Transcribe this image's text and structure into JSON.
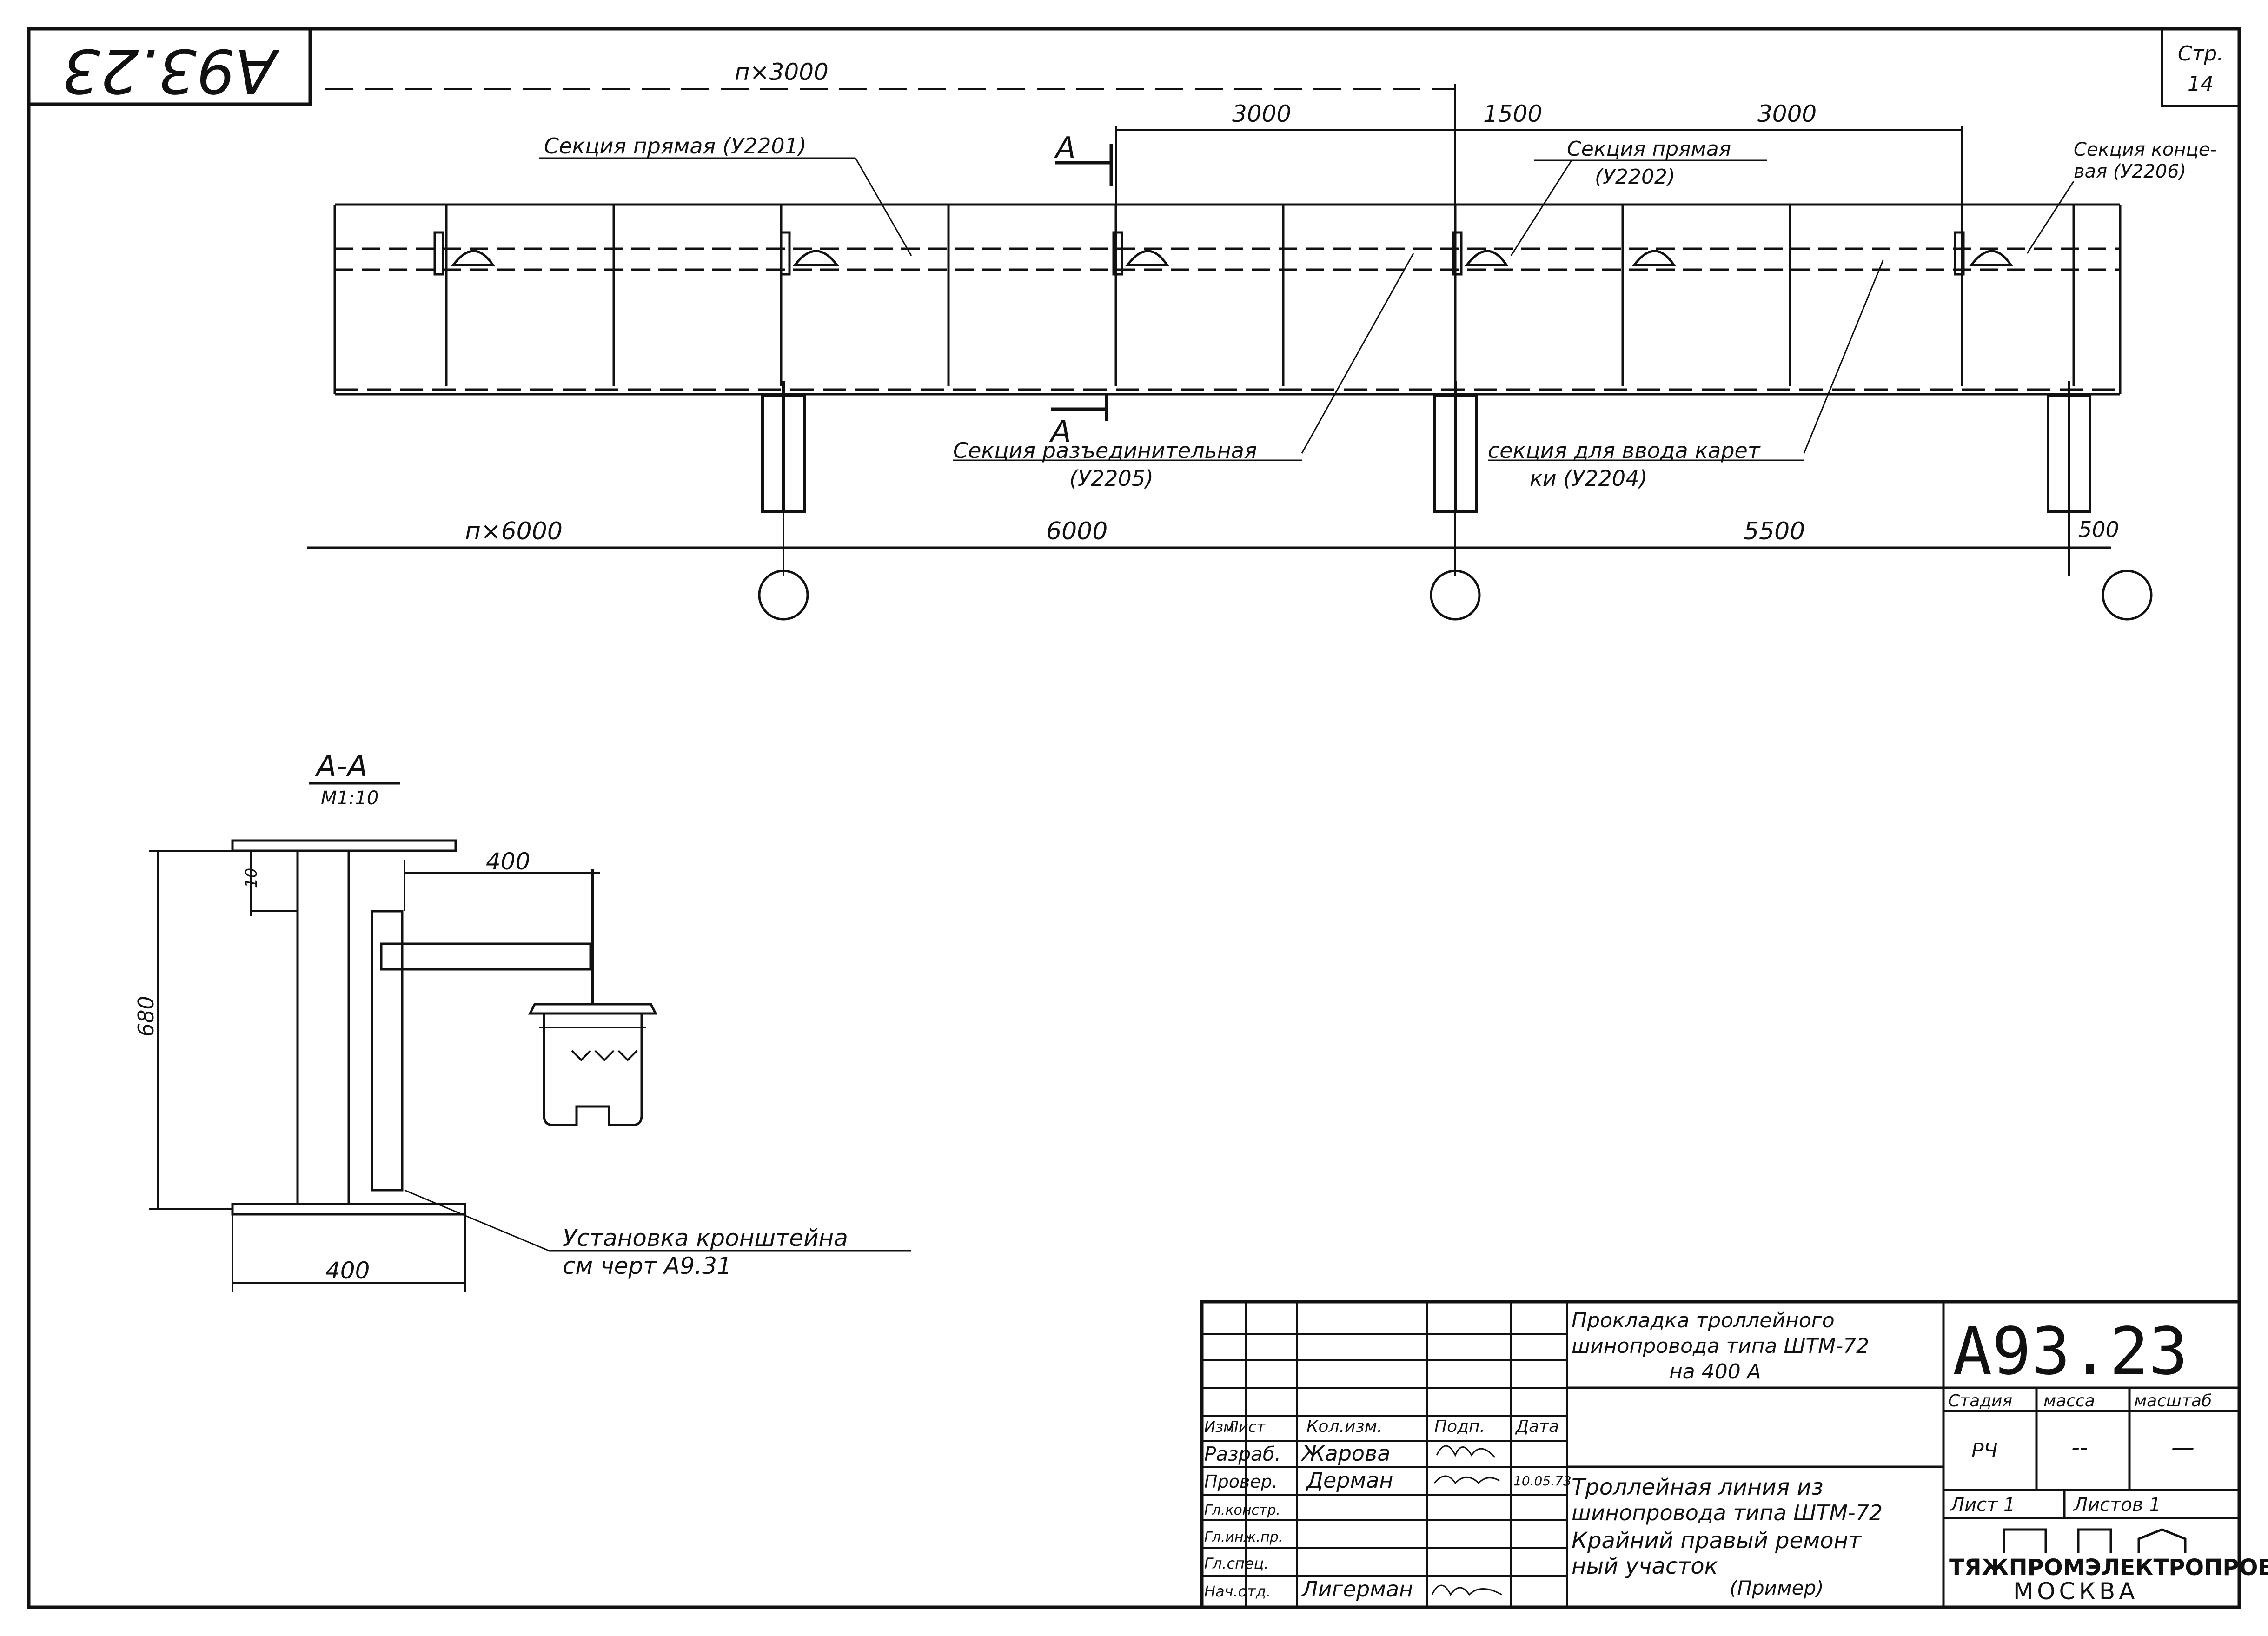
{
  "sheet": {
    "code": "А93.23",
    "page_label": "Стр.",
    "page_number": "14"
  },
  "plan": {
    "dim_total_top": "п×3000",
    "dim_top_1": "3000",
    "dim_top_2": "1500",
    "dim_top_3": "3000",
    "section_mark_top": "А",
    "section_mark_bottom": "А",
    "label_straight_1": "Секция прямая (У2201)",
    "label_straight_2_line1": "Секция прямая",
    "label_straight_2_line2": "(У2202)",
    "label_end_line1": "Секция конце-",
    "label_end_line2": "вая (У2206)",
    "label_disconnect_line1": "Секция разъединительная",
    "label_disconnect_line2": "(У2205)",
    "label_input_line1": "секция для ввода карет",
    "label_input_line2": "ки (У2204)",
    "dim_bottom_total": "п×6000",
    "dim_bottom_1": "6000",
    "dim_bottom_2": "5500",
    "dim_bottom_3": "500"
  },
  "section_view": {
    "title": "А-А",
    "scale": "М1:10",
    "dim_height": "680",
    "dim_small": "10",
    "dim_reach": "400",
    "dim_width": "400",
    "note_line1": "Установка кронштейна",
    "note_line2": "см черт А9.31"
  },
  "title_block": {
    "headers": [
      "Изм",
      "Лист",
      "Кол.изм.",
      "Подп.",
      "Дата"
    ],
    "rows": [
      {
        "role": "Разраб.",
        "name": "Жарова",
        "date": ""
      },
      {
        "role": "Провер.",
        "name": "Дерман",
        "date": "10.05.73"
      },
      {
        "role": "Гл.констр.",
        "name": "",
        "date": ""
      },
      {
        "role": "Гл.инж.пр.",
        "name": "",
        "date": ""
      },
      {
        "role": "Гл.спец.",
        "name": "",
        "date": ""
      },
      {
        "role": "Нач.отд.",
        "name": "Лигерман",
        "date": ""
      }
    ],
    "project_line1": "Прокладка троллейного",
    "project_line2": "шинопровода типа ШТМ-72",
    "project_line3": "на 400 А",
    "drawing_line1": "Троллейная линия из",
    "drawing_line2": "шинопровода типа ШТМ-72",
    "drawing_line3": "Крайний правый ремонт",
    "drawing_line4": "ный участок",
    "drawing_line5": "(Пример)",
    "code": "А93.23",
    "stage_label": "Стадия",
    "mass_label": "масса",
    "scale_label": "масштаб",
    "stage_value": "РЧ",
    "mass_value": "--",
    "scale_value": "—",
    "sheet_label": "Лист 1",
    "sheets_label": "Листов 1",
    "org_name": "ТЯЖПРОМЭЛЕКТРОПРОЕКТ",
    "org_city": "МОСКВА"
  }
}
